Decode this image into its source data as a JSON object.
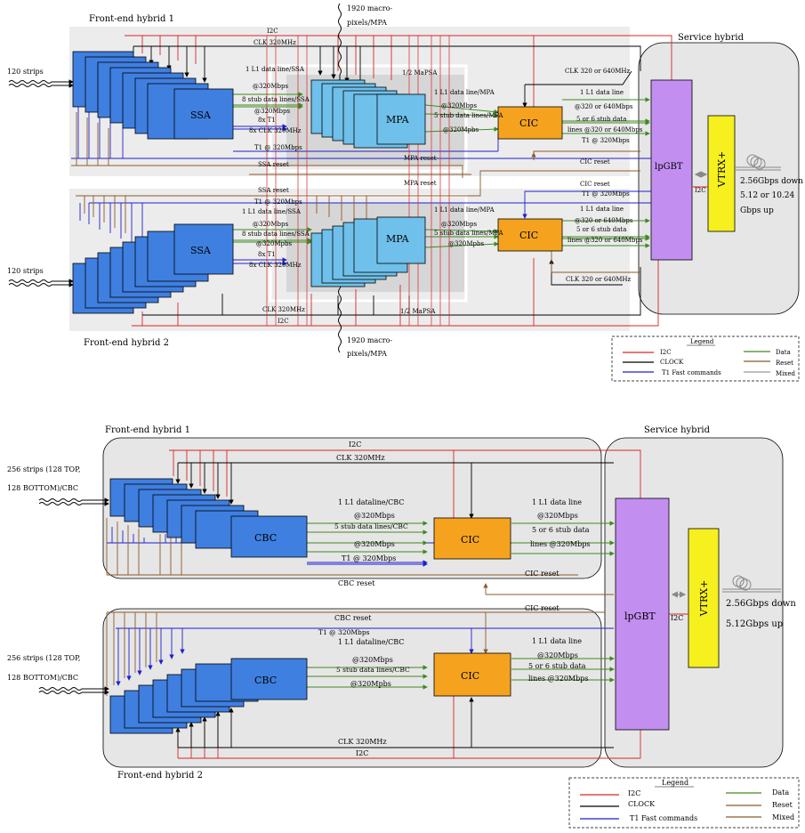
{
  "colors": {
    "i2c": "#d62728",
    "clock": "#000000",
    "t1": "#1f1fcf",
    "data": "#3d8a1f",
    "reset": "#8b5a2b",
    "mixed": "#999999",
    "chip_blue": "#3f7fe0",
    "mpa_blue": "#6fc0ea",
    "cic_orange": "#f5a31e",
    "lpgbt_purple": "#c28ef0",
    "vtrx_yellow": "#f5f01e"
  },
  "top": {
    "feh1": "Front-end hybrid 1",
    "feh2": "Front-end hybrid 2",
    "service": "Service hybrid",
    "strips_a": "120 strips",
    "strips_b": "120 strips",
    "macro_top_1": "1920 macro-",
    "macro_top_2": "pixels/MPA",
    "macro_bot_1": "1920 macro-",
    "macro_bot_2": "pixels/MPA",
    "half_mapsa_a": "1/2 MaPSA",
    "half_mapsa_b": "1/2 MaPSA",
    "ssa": "SSA",
    "mpa": "MPA",
    "cic": "CIC",
    "lpgbt": "lpGBT",
    "vtrx": "VTRX+",
    "i2c": "I2C",
    "clk320": "CLK 320MHz",
    "clk320_640": "CLK 320 or 640MHz",
    "clk320_640_b": "CLK 320 or 640MHz",
    "l1_ssa": "1 L1 data line/SSA",
    "at320": "@320Mbps",
    "stub_ssa": "8 stub data lines/SSA",
    "at320b": "@320Mbps",
    "t1x8": "8x T1",
    "clkx8": "8x CLK 320MHz",
    "t1_at320": "T1 @ 320Mbps",
    "l1_mpa": "1 L1 data line/MPA",
    "at320c": "@320Mbps",
    "stub_mpa": "5 stub data lines/MPA",
    "at320d": "@320Mpbs",
    "l1_line": "1 L1 data line",
    "l1_speed": "@320 or 640Mbps",
    "stub_56": "5 or 6  stub data",
    "stub_56_speed": "lines @320 or 640Mbps",
    "ssa_reset": "SSA reset",
    "mpa_reset": "MPA reset",
    "cic_reset": "CIC reset",
    "i2c_side": "I2C",
    "down": "2.56Gbps down",
    "up1": "5.12 or 10.24",
    "up2": "Gbps up",
    "legend": {
      "title": "Legend",
      "i2c": "I2C",
      "clock": "CLOCK",
      "t1": "T1 Fast commands",
      "data": "Data",
      "reset": "Reset",
      "mixed": "Mixed"
    }
  },
  "bottom": {
    "feh1": "Front-end hybrid 1",
    "feh2": "Front-end hybrid 2",
    "service": "Service hybrid",
    "strips_1a": "256 strips  (128 TOP,",
    "strips_1b": "128 BOTTOM)/CBC",
    "strips_2a": "256 strips  (128 TOP,",
    "strips_2b": "128 BOTTOM)/CBC",
    "cbc": "CBC",
    "cic": "CIC",
    "lpgbt": "lpGBT",
    "vtrx": "VTRX+",
    "i2c": "I2C",
    "clk320": "CLK 320MHz",
    "l1_cbc": "1 L1 dataline/CBC",
    "at320": "@320Mbps",
    "stub_cbc": "5 stub data lines/CBC",
    "at320b": "@320Mbps",
    "t1_at320": "T1 @ 320Mbps",
    "l1_line": "1 L1 data line",
    "at320c": "@320Mbps",
    "stub_56": "5 or 6  stub data",
    "stub_56_speed": "lines @320Mbps",
    "cbc_reset": "CBC reset",
    "cic_reset": "CIC reset",
    "i2c_side": "I2C",
    "down": "2.56Gbps down",
    "up": "5.12Gbps up",
    "at320mpbs": "@320Mpbs",
    "legend": {
      "title": "Legend",
      "i2c": "I2C",
      "clock": "CLOCK",
      "t1": "T1 Fast commands",
      "data": "Data",
      "reset": "Reset",
      "mixed": "Mixed"
    }
  }
}
